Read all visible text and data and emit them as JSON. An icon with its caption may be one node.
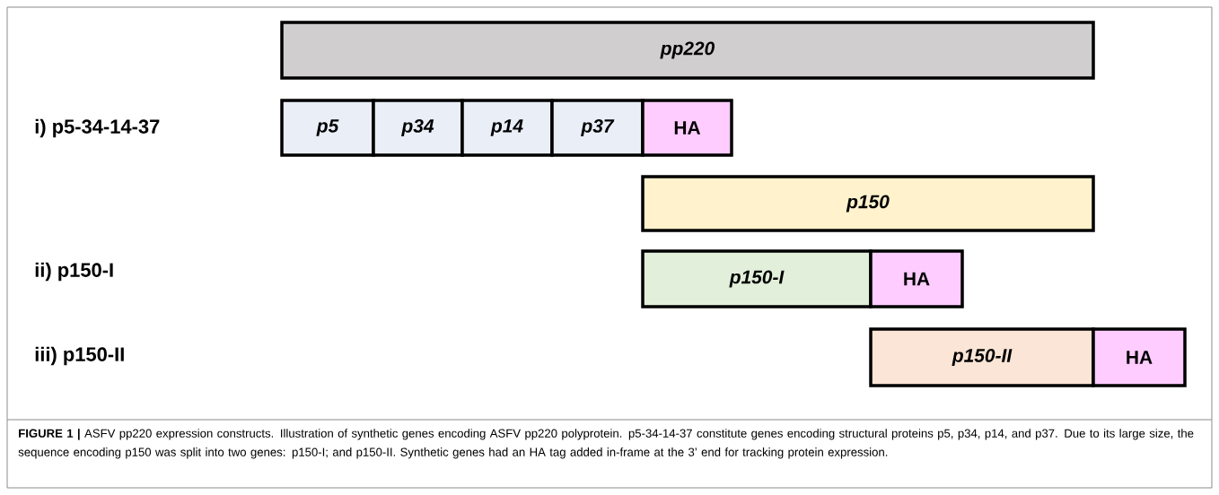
{
  "diagram": {
    "caption": "**FIGURE 1 |** ASFV pp220 expression constructs. Illustration of synthetic genes encoding ASFV pp220 polyprotein. p5-34-14-37 constitute genes encoding structural proteins p5, p34, p14, and p37. Due to its large size, the sequence encoding p150 was split into two genes: p150-I; and p150-II. Synthetic genes had an HA tag added in-frame at the 3’ end for tracking protein expression.",
    "nodes": [
      {
        "text": [
          "pp220"
        ]
      },
      {
        "text": [
          "p5"
        ]
      },
      {
        "text": [
          "p34"
        ]
      },
      {
        "text": [
          "p14"
        ]
      },
      {
        "text": [
          "p37"
        ]
      },
      {
        "text": [
          "HA"
        ]
      },
      {
        "text": [
          "p150"
        ]
      },
      {
        "text": [
          "p150-I"
        ]
      },
      {
        "text": [
          "HA"
        ]
      },
      {
        "text": [
          "p150-II"
        ]
      },
      {
        "text": [
          "HA"
        ]
      }
    ],
    "labels": [
      "i) p5-34-14-37",
      "ii) p150-I",
      "iii) p150-II"
    ]
  }
}
